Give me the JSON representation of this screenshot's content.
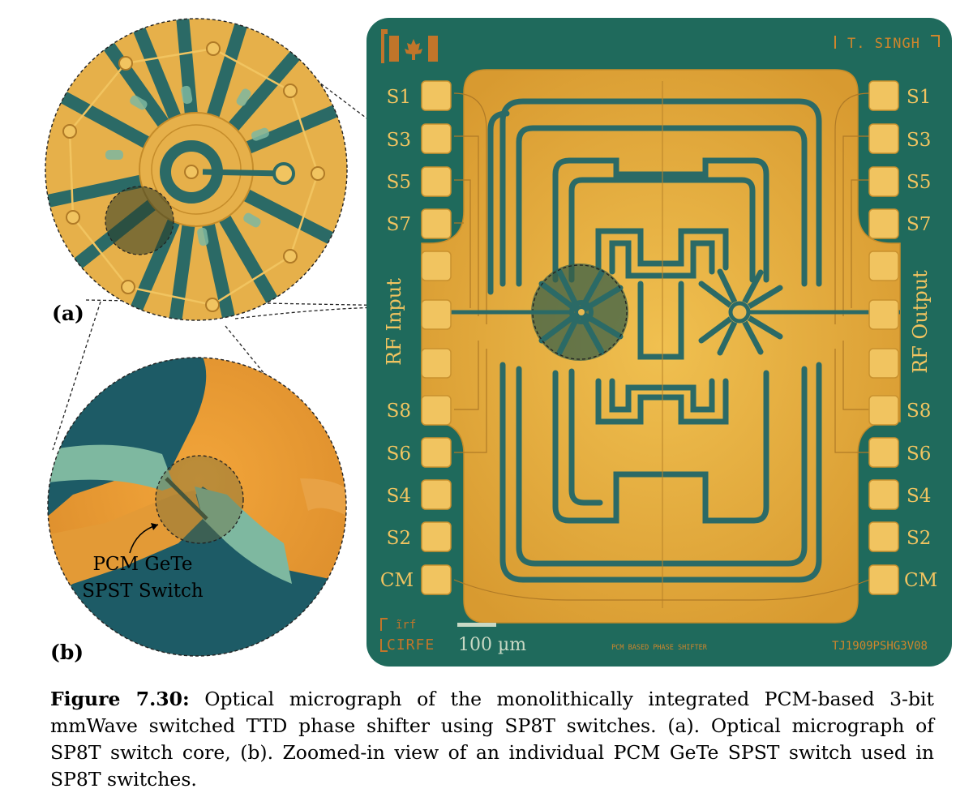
{
  "panel_labels": {
    "a": "(a)",
    "b": "(b)"
  },
  "chip": {
    "author": "T. SINGH",
    "left_pads": [
      "S1",
      "S3",
      "S5",
      "S7",
      "S8",
      "S6",
      "S4",
      "S2",
      "CM"
    ],
    "right_pads": [
      "S1",
      "S3",
      "S5",
      "S7",
      "S8",
      "S6",
      "S4",
      "S2",
      "CM"
    ],
    "rf_input": "RF Input",
    "rf_output": "RF Output",
    "lab_logo": "CIRFE",
    "scale_bar": "100 µm",
    "chip_title": "PCM BASED PHASE SHIFTER",
    "chip_id": "TJ1909PSHG3V08"
  },
  "zoom": {
    "switch_label_line1": "PCM GeTe",
    "switch_label_line2": "SPST Switch"
  },
  "colors": {
    "substrate": "#1f6a5c",
    "gold": "#e0a83c",
    "trace": "#2b6a66"
  },
  "caption": {
    "label": "Figure 7.30:",
    "text": " Optical micrograph of the monolithically integrated PCM-based 3-bit mmWave switched TTD phase shifter using SP8T switches. (a). Optical micrograph of SP8T switch core, (b). Zoomed-in view of an individual PCM GeTe SPST switch used in SP8T switches."
  }
}
